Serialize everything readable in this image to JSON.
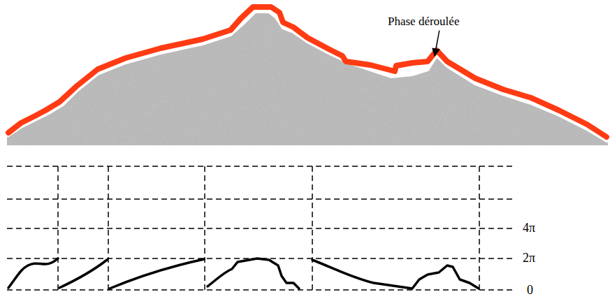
{
  "diagram": {
    "labels": [
      "Phase déroulée",
      "4π",
      "2π",
      "0"
    ]
  }
}
